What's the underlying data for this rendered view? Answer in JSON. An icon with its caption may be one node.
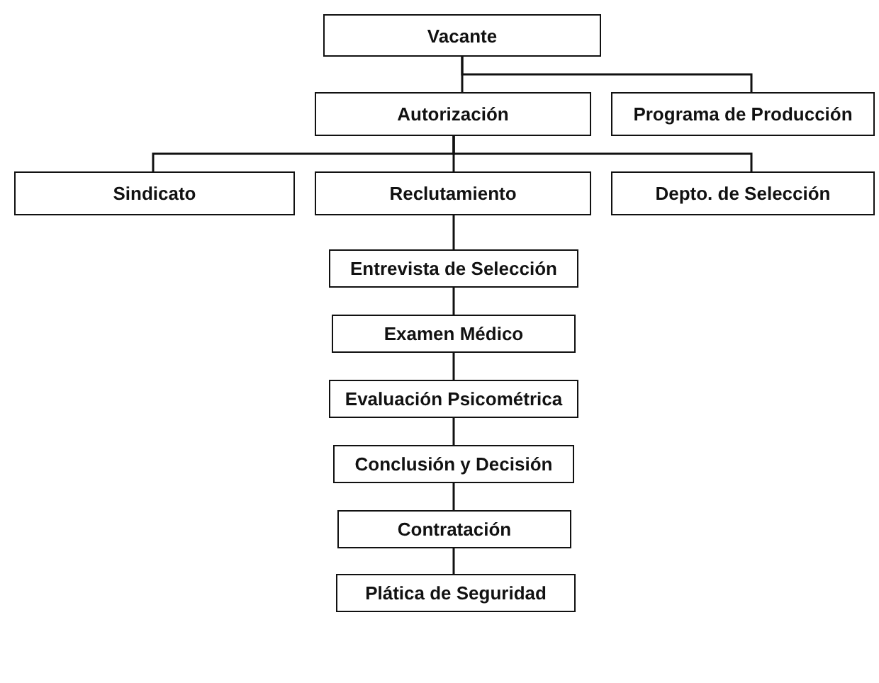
{
  "diagram": {
    "nodes": [
      {
        "text": [
          "Vacante"
        ]
      },
      {
        "text": [
          "Autorización"
        ]
      },
      {
        "text": [
          "Programa de Producción"
        ]
      },
      {
        "text": [
          "Sindicato"
        ]
      },
      {
        "text": [
          "Reclutamiento"
        ]
      },
      {
        "text": [
          "Depto. de Selección"
        ]
      },
      {
        "text": [
          "Entrevista de Selección"
        ]
      },
      {
        "text": [
          "Examen Médico"
        ]
      },
      {
        "text": [
          "Evaluación Psicométrica"
        ]
      },
      {
        "text": [
          "Conclusión y Decisión"
        ]
      },
      {
        "text": [
          "Contratación"
        ]
      },
      {
        "text": [
          "Plática de Seguridad"
        ]
      }
    ],
    "edges": [
      {
        "from": 0,
        "to": 1,
        "arrow": "none"
      },
      {
        "from": 0,
        "to": 2,
        "arrow": "none"
      },
      {
        "from": 1,
        "to": 3,
        "arrow": "none"
      },
      {
        "from": 1,
        "to": 4,
        "arrow": "none"
      },
      {
        "from": 1,
        "to": 5,
        "arrow": "none"
      },
      {
        "from": 4,
        "to": 6,
        "arrow": "none"
      },
      {
        "from": 6,
        "to": 7,
        "arrow": "none"
      },
      {
        "from": 7,
        "to": 8,
        "arrow": "none"
      },
      {
        "from": 8,
        "to": 9,
        "arrow": "none"
      },
      {
        "from": 9,
        "to": 10,
        "arrow": "none"
      },
      {
        "from": 10,
        "to": 11,
        "arrow": "none"
      }
    ]
  }
}
